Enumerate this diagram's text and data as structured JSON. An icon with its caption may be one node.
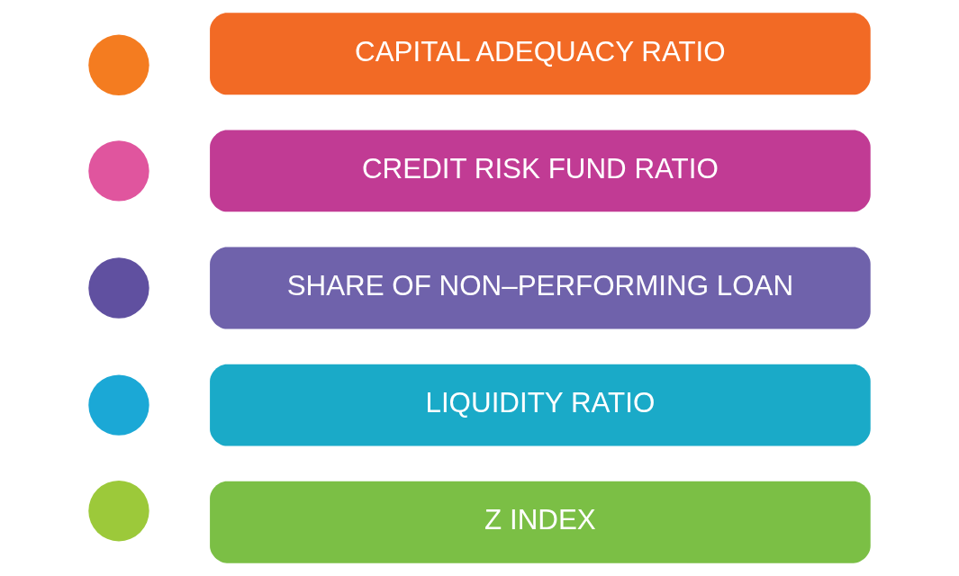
{
  "diagram": {
    "nodes": [
      {
        "text": [
          "CAPITAL ADEQUACY RATIO"
        ]
      },
      {
        "text": [
          "CREDIT RISK FUND RATIO"
        ]
      },
      {
        "text": [
          "SHARE OF NON–PERFORMING LOAN"
        ]
      },
      {
        "text": [
          "LIQUIDITY RATIO"
        ]
      },
      {
        "text": [
          "Z INDEX"
        ]
      },
      {
        "text": [],
        "shape": "circle"
      },
      {
        "text": [],
        "shape": "circle"
      },
      {
        "text": [],
        "shape": "circle"
      },
      {
        "text": [],
        "shape": "circle"
      },
      {
        "text": [],
        "shape": "circle"
      }
    ],
    "edges": []
  }
}
